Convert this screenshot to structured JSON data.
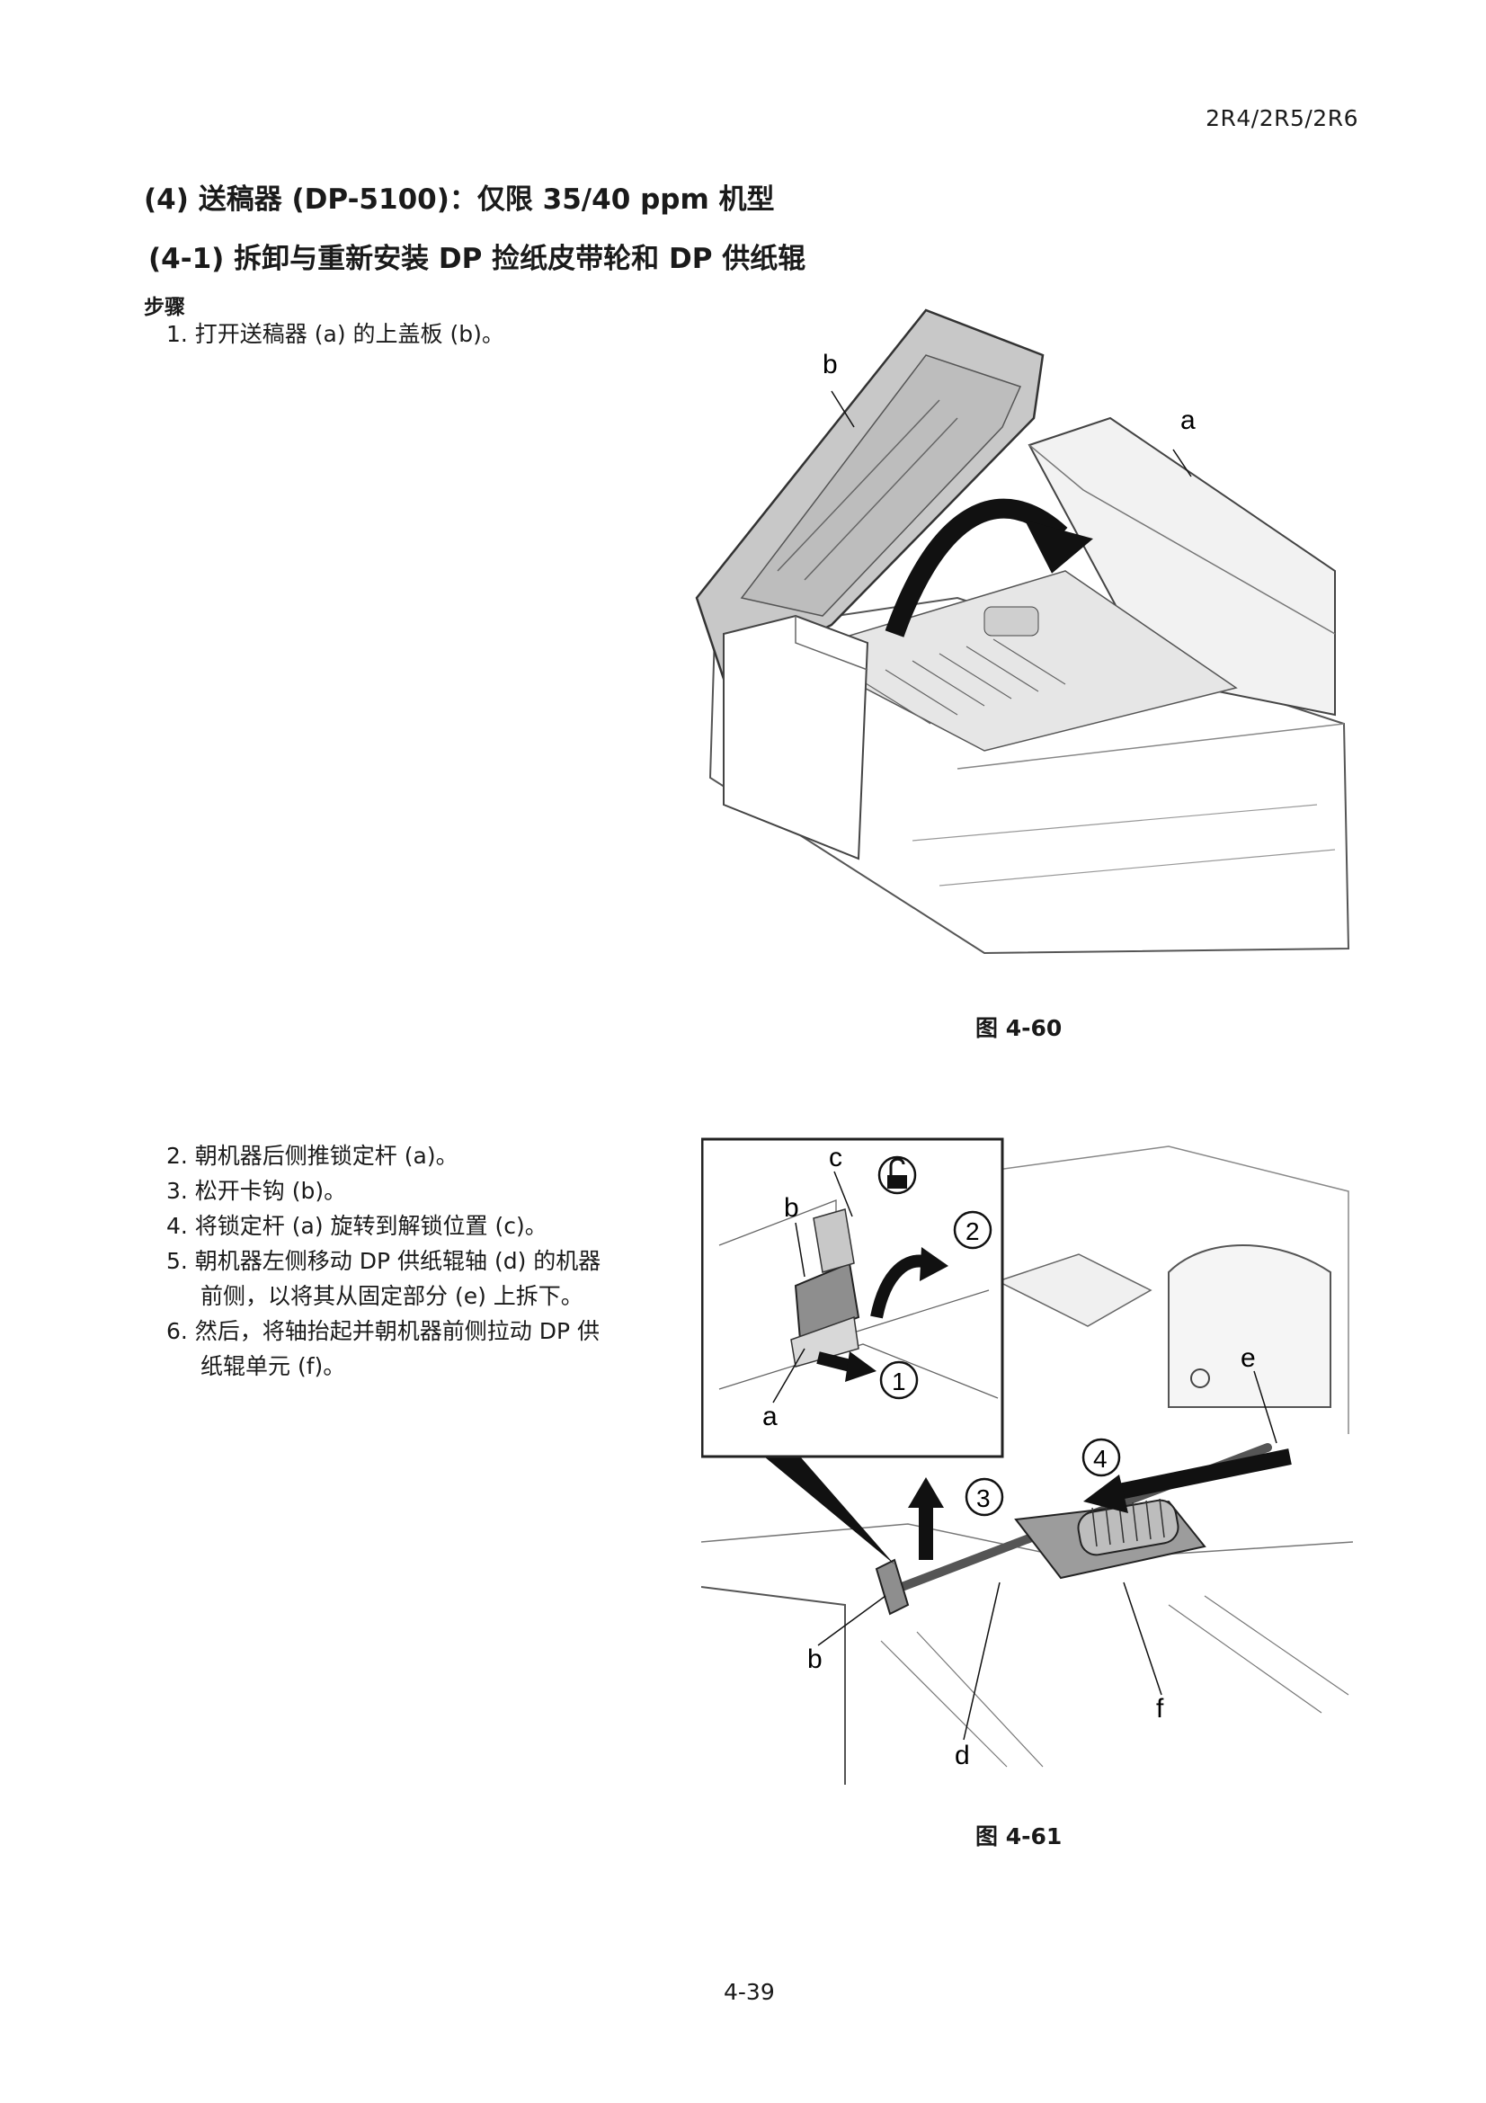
{
  "header": {
    "model": "2R4/2R5/2R6"
  },
  "section": {
    "title": "(4) 送稿器 (DP-5100)：仅限 35/40 ppm 机型",
    "subtitle": "(4-1) 拆卸与重新安装 DP 捡纸皮带轮和 DP 供纸辊",
    "steps_label": "步骤"
  },
  "step1": {
    "text": "1. 打开送稿器 (a) 的上盖板 (b)。"
  },
  "steps2": {
    "s2": "2. 朝机器后侧推锁定杆 (a)。",
    "s3": "3. 松开卡钩 (b)。",
    "s4": "4. 将锁定杆 (a) 旋转到解锁位置 (c)。",
    "s5a": "5. 朝机器左侧移动 DP 供纸辊轴 (d) 的机器",
    "s5b": "前侧，以将其从固定部分 (e) 上拆下。",
    "s6a": "6. 然后，将轴抬起并朝机器前侧拉动 DP 供",
    "s6b": "纸辊单元 (f)。"
  },
  "figure60": {
    "caption": "图 4-60",
    "labels": {
      "a": "a",
      "b": "b"
    }
  },
  "figure61": {
    "caption": "图 4-61",
    "inset_labels": {
      "a": "a",
      "b": "b",
      "c": "c"
    },
    "labels": {
      "b": "b",
      "d": "d",
      "e": "e",
      "f": "f"
    },
    "steps": {
      "one": "1",
      "two": "2",
      "three": "3",
      "four": "4"
    },
    "lock_icon": "unlock-icon"
  },
  "footer": {
    "page": "4-39"
  }
}
